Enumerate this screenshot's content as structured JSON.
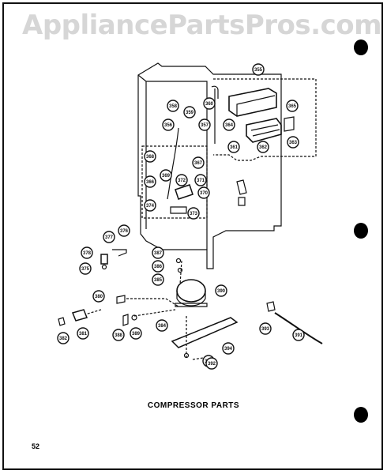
{
  "watermark": "AppliancePartsPros.com",
  "caption": "COMPRESSOR PARTS",
  "page_number": "52",
  "callouts": [
    {
      "id": "355",
      "label": "355"
    },
    {
      "id": "356",
      "label": "356"
    },
    {
      "id": "358",
      "label": "358"
    },
    {
      "id": "359",
      "label": "359"
    },
    {
      "id": "357",
      "label": "357"
    },
    {
      "id": "360",
      "label": "360"
    },
    {
      "id": "364",
      "label": "364"
    },
    {
      "id": "365",
      "label": "365"
    },
    {
      "id": "363",
      "label": "363"
    },
    {
      "id": "362",
      "label": "362"
    },
    {
      "id": "361",
      "label": "361"
    },
    {
      "id": "367",
      "label": "367"
    },
    {
      "id": "368",
      "label": "368"
    },
    {
      "id": "369",
      "label": "369"
    },
    {
      "id": "366",
      "label": "366"
    },
    {
      "id": "372",
      "label": "372"
    },
    {
      "id": "371",
      "label": "371"
    },
    {
      "id": "370",
      "label": "370"
    },
    {
      "id": "374",
      "label": "374"
    },
    {
      "id": "373",
      "label": "373"
    },
    {
      "id": "376",
      "label": "376"
    },
    {
      "id": "377",
      "label": "377"
    },
    {
      "id": "378",
      "label": "378"
    },
    {
      "id": "375",
      "label": "375"
    },
    {
      "id": "387",
      "label": "387"
    },
    {
      "id": "386",
      "label": "386"
    },
    {
      "id": "385",
      "label": "385"
    },
    {
      "id": "380",
      "label": "380"
    },
    {
      "id": "390",
      "label": "390"
    },
    {
      "id": "389",
      "label": "389"
    },
    {
      "id": "388",
      "label": "388"
    },
    {
      "id": "384",
      "label": "384"
    },
    {
      "id": "382",
      "label": "382"
    },
    {
      "id": "381",
      "label": "381"
    },
    {
      "id": "383",
      "label": "383"
    },
    {
      "id": "394",
      "label": "394"
    },
    {
      "id": "393",
      "label": "393"
    },
    {
      "id": "391",
      "label": "391"
    },
    {
      "id": "392",
      "label": "392"
    }
  ]
}
